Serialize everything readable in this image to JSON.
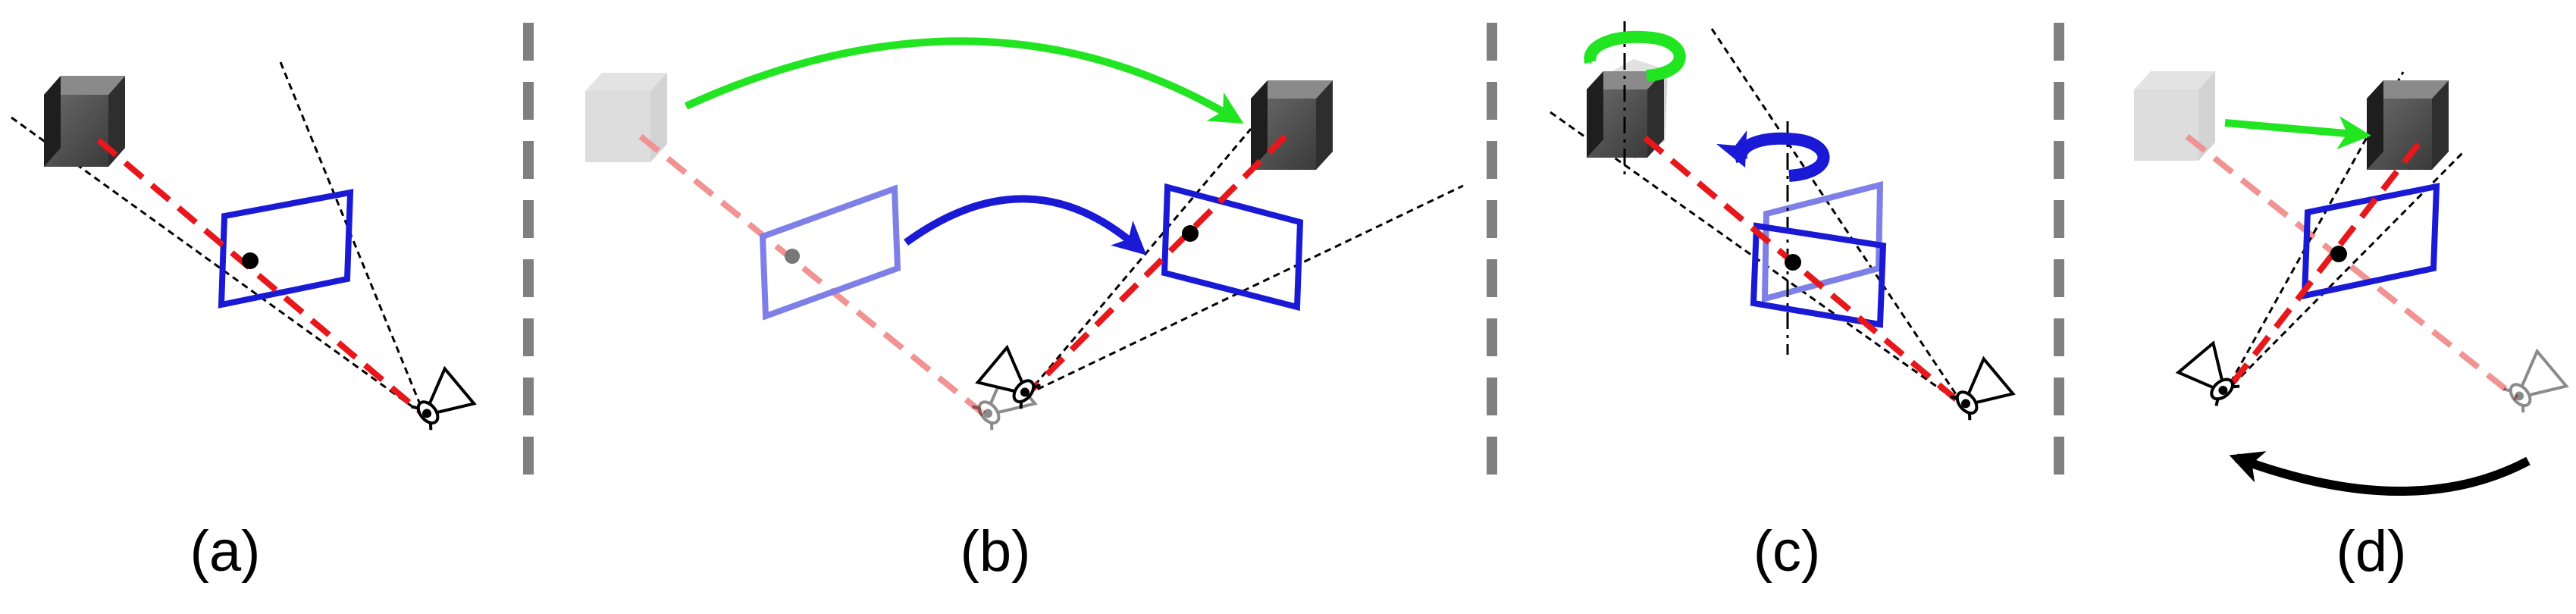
{
  "panels": [
    {
      "id": "a",
      "label": "(a)"
    },
    {
      "id": "b",
      "label": "(b)"
    },
    {
      "id": "c",
      "label": "(c)"
    },
    {
      "id": "d",
      "label": "(d)"
    }
  ],
  "colors": {
    "divider": "#808080",
    "sight_line": "#e8171b",
    "sight_line_faded": "#f29393",
    "image_plane": "#1a1ad6",
    "image_plane_faded": "#7f7fe8",
    "object_motion_arrow": "#22e522",
    "plane_motion_arrow": "#1a1ad6",
    "camera_motion_arrow": "#000000"
  }
}
